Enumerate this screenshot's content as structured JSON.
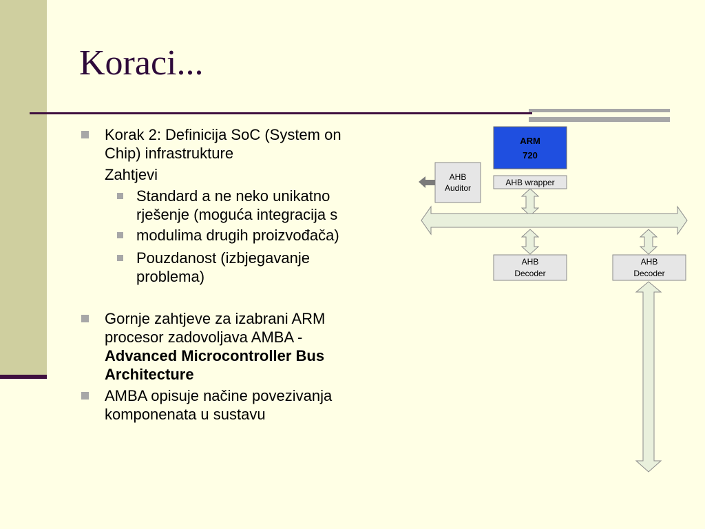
{
  "slide": {
    "title": "Koraci...",
    "bullets": {
      "b1_line1": "Korak 2: Definicija SoC (System on",
      "b1_line2": "Chip) infrastrukture",
      "zahtjevi": "Zahtjevi",
      "sub1_line1": "Standard a ne neko unikatno",
      "sub1_line2": "rješenje (moguća integracija s",
      "sub2": "modulima drugih proizvođača)",
      "sub3_line1": "Pouzdanost (izbjegavanje",
      "sub3_line2": "problema)",
      "b2_line1": "Gornje zahtjeve za izabrani ARM",
      "b2_line2": "procesor zadovoljava AMBA -",
      "b2_bold1": "Advanced Microcontroller Bus",
      "b2_bold2": "Architecture",
      "b3_line1": "AMBA opisuje načine povezivanja",
      "b3_line2": "komponenata u sustavu"
    }
  },
  "diagram": {
    "arm_line1": "ARM",
    "arm_line2": "720",
    "auditor_line1": "AHB",
    "auditor_line2": "Auditor",
    "wrapper": "AHB wrapper",
    "decoder1_line1": "AHB",
    "decoder1_line2": "Decoder",
    "decoder2_line1": "AHB",
    "decoder2_line2": "Decoder",
    "colors": {
      "arm_fill": "#1F4FE0",
      "box_fill": "#E6E6E6",
      "arrow_fill": "#E9F0DC",
      "arrow_stroke": "#8A8A8A",
      "dark_arrow": "#7A7A7A"
    }
  }
}
